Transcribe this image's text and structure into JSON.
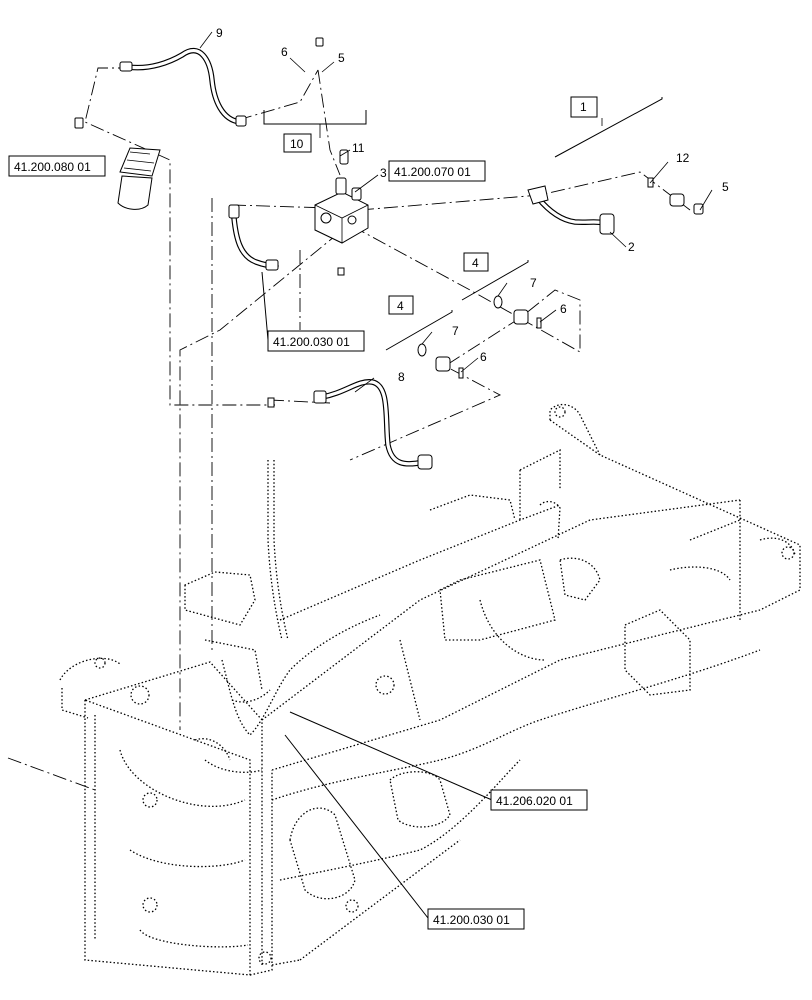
{
  "callouts": {
    "c1": "1",
    "c2": "2",
    "c3": "3",
    "c4a": "4",
    "c4b": "4",
    "c5a": "5",
    "c5b": "5",
    "c6a": "6",
    "c6b": "6",
    "c6c": "6",
    "c7a": "7",
    "c7b": "7",
    "c8": "8",
    "c9": "9",
    "c10": "10",
    "c11": "11",
    "c12": "12"
  },
  "references": {
    "r080": "41.200.080 01",
    "r070": "41.200.070 01",
    "r030a": "41.200.030 01",
    "r020": "41.206.020 01",
    "r030b": "41.200.030 01"
  }
}
